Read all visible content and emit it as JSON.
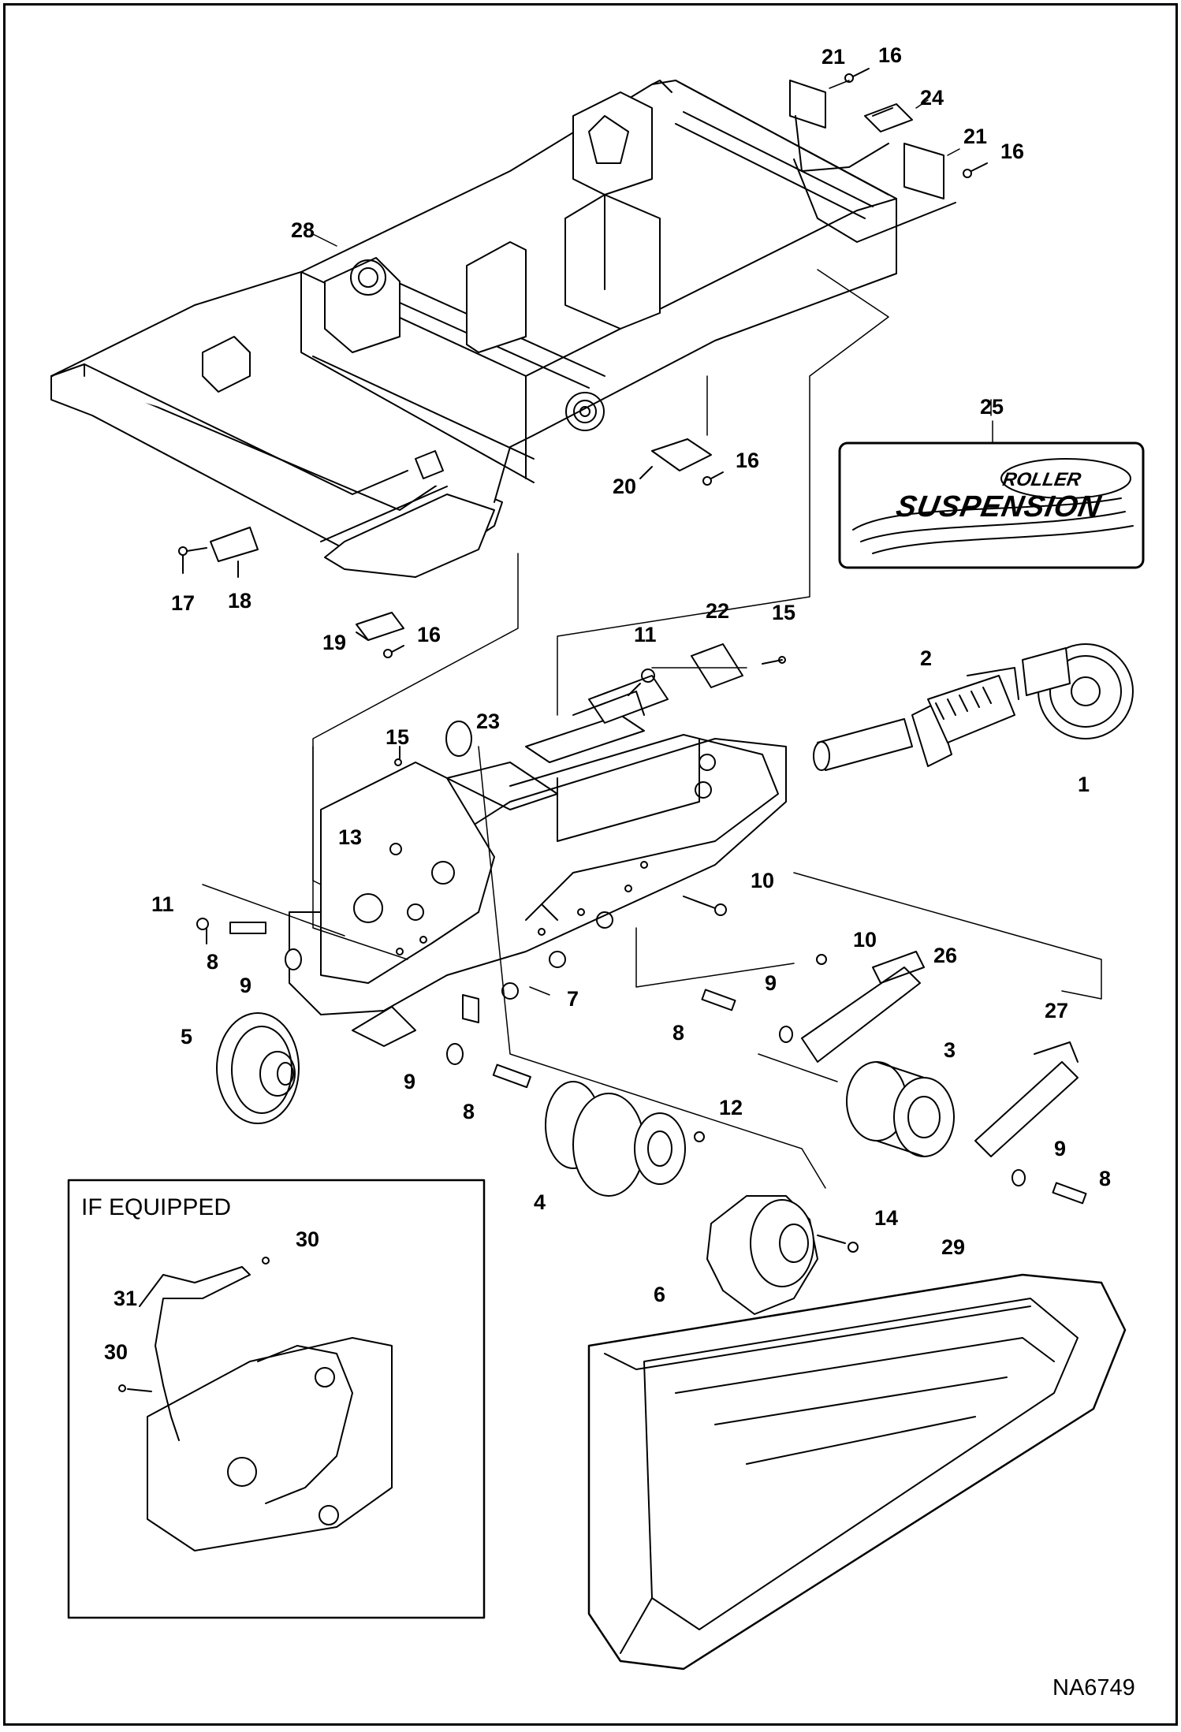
{
  "inset": {
    "title": "IF EQUIPPED"
  },
  "decal": {
    "line1": "ROLLER",
    "line2": "SUSPENSION"
  },
  "figure_code": "NA6749",
  "callouts": [
    {
      "id": "c21a",
      "text": "21"
    },
    {
      "id": "c16a",
      "text": "16"
    },
    {
      "id": "c24",
      "text": "24"
    },
    {
      "id": "c21b",
      "text": "21"
    },
    {
      "id": "c16b",
      "text": "16"
    },
    {
      "id": "c28",
      "text": "28"
    },
    {
      "id": "c25",
      "text": "25"
    },
    {
      "id": "c20",
      "text": "20"
    },
    {
      "id": "c16c",
      "text": "16"
    },
    {
      "id": "c17",
      "text": "17"
    },
    {
      "id": "c18",
      "text": "18"
    },
    {
      "id": "c19",
      "text": "19"
    },
    {
      "id": "c16d",
      "text": "16"
    },
    {
      "id": "c22",
      "text": "22"
    },
    {
      "id": "c15a",
      "text": "15"
    },
    {
      "id": "c11a",
      "text": "11"
    },
    {
      "id": "c2",
      "text": "2"
    },
    {
      "id": "c15b",
      "text": "15"
    },
    {
      "id": "c23",
      "text": "23"
    },
    {
      "id": "c1",
      "text": "1"
    },
    {
      "id": "c13",
      "text": "13"
    },
    {
      "id": "c10a",
      "text": "10"
    },
    {
      "id": "c11b",
      "text": "11"
    },
    {
      "id": "c10b",
      "text": "10"
    },
    {
      "id": "c26",
      "text": "26"
    },
    {
      "id": "c8a",
      "text": "8"
    },
    {
      "id": "c9a",
      "text": "9"
    },
    {
      "id": "c7",
      "text": "7"
    },
    {
      "id": "c9b",
      "text": "9"
    },
    {
      "id": "c27",
      "text": "27"
    },
    {
      "id": "c8b",
      "text": "8"
    },
    {
      "id": "c5",
      "text": "5"
    },
    {
      "id": "c3",
      "text": "3"
    },
    {
      "id": "c9c",
      "text": "9"
    },
    {
      "id": "c8c",
      "text": "8"
    },
    {
      "id": "c12",
      "text": "12"
    },
    {
      "id": "c9d",
      "text": "9"
    },
    {
      "id": "c8d",
      "text": "8"
    },
    {
      "id": "c4",
      "text": "4"
    },
    {
      "id": "c14",
      "text": "14"
    },
    {
      "id": "c30a",
      "text": "30"
    },
    {
      "id": "c29",
      "text": "29"
    },
    {
      "id": "c31",
      "text": "31"
    },
    {
      "id": "c6",
      "text": "6"
    },
    {
      "id": "c30b",
      "text": "30"
    }
  ]
}
